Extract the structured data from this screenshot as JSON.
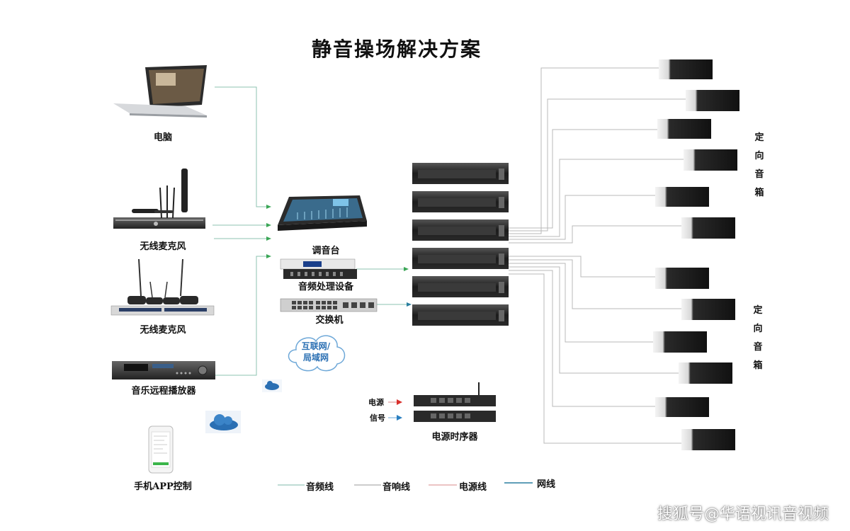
{
  "title": "静音操场解决方案",
  "devices": {
    "computer": "电脑",
    "wireless_mic_1": "无线麦克风",
    "wireless_mic_2": "无线麦克风",
    "music_player": "音乐远程播放器",
    "phone_app": "手机APP控制",
    "mixer": "调音台",
    "audio_processor": "音频处理设备",
    "switch": "交换机",
    "cloud": "互联网/\n局域网",
    "sequencer": "电源时序器"
  },
  "speaker_groups": {
    "top": "定向音箱",
    "bottom": "定向音箱"
  },
  "sequencer_inputs": {
    "power": "电源",
    "signal": "信号"
  },
  "legend": [
    {
      "label": "音频线",
      "color": "#7fb9a8"
    },
    {
      "label": "音响线",
      "color": "#9a9a9a"
    },
    {
      "label": "电源线",
      "color": "#d98a8a"
    },
    {
      "label": "网线",
      "color": "#2a7fa0"
    }
  ],
  "watermark": "搜狐号@华语视讯音视频",
  "icons": {
    "computer": "laptop-icon",
    "mic1": "handheld-mic-receiver-icon",
    "mic2": "conference-mic-icon",
    "player": "rack-player-icon",
    "phone": "smartphone-icon",
    "mixer": "mixing-console-icon",
    "processor": "rack-processor-icon",
    "switch": "network-switch-icon",
    "amp": "power-amplifier-icon",
    "speaker": "speaker-box-icon",
    "sequencer": "power-sequencer-icon"
  }
}
